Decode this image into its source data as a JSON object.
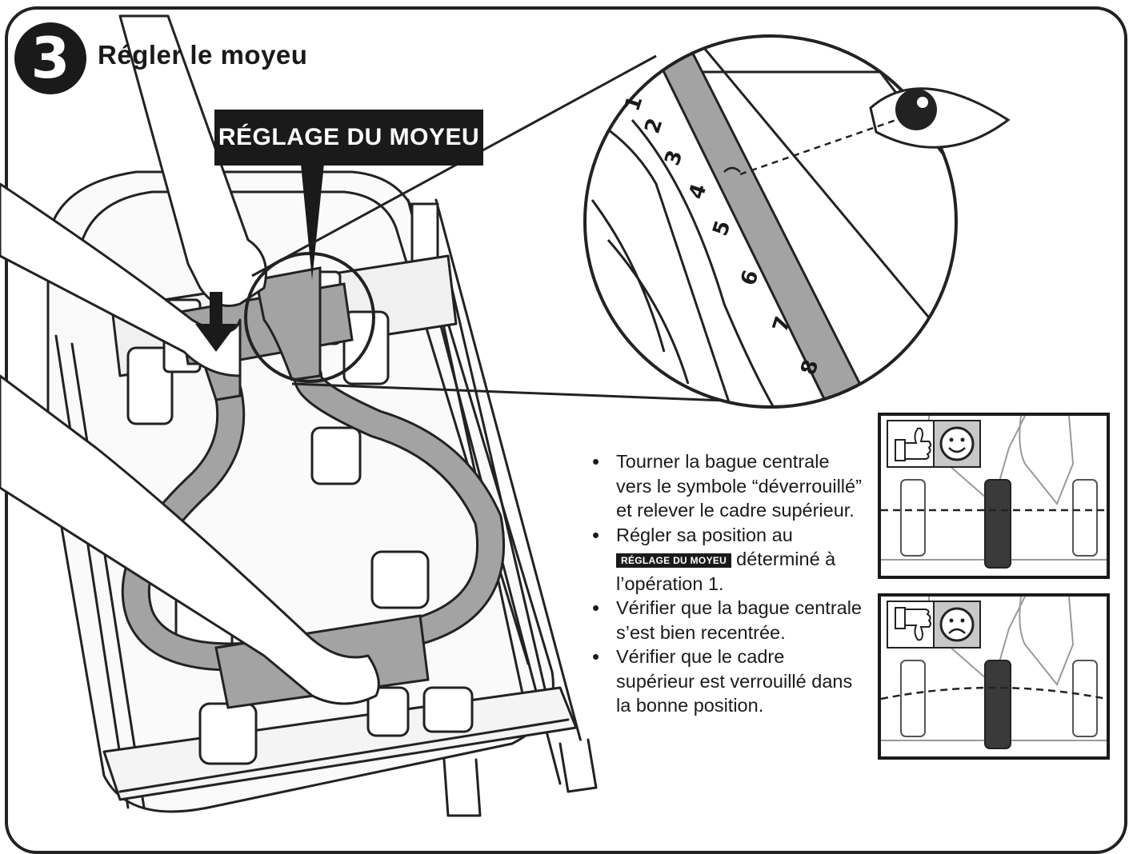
{
  "step": {
    "number": "3",
    "title": "Régler le moyeu"
  },
  "callout": {
    "label": "RÉGLAGE DU MOYEU"
  },
  "scale": {
    "marks": [
      "1",
      "2",
      "3",
      "4",
      "5",
      "6",
      "7",
      "8"
    ]
  },
  "instructions": {
    "item1": "Tourner la bague centrale vers le symbole “déverrouillé” et relever le cadre supérieur.",
    "item2_before": "Régler sa position au",
    "item2_label": "RÉGLAGE DU MOYEU",
    "item2_after": "déterminé à l’opération 1.",
    "item3": "Vérifier que la bague centrale s’est bien recentrée.",
    "item4": "Vérifier que le cadre supérieur est verrouillé dans la bonne position."
  },
  "panels": {
    "good": {
      "hand_icon": "thumbs-up-icon",
      "face_icon": "smiley-icon"
    },
    "bad": {
      "hand_icon": "thumbs-down-icon",
      "face_icon": "frowny-icon"
    }
  },
  "colors": {
    "ink": "#1a1a1a",
    "tube_gray": "#a3a3a3",
    "panel_gray": "#c8c8c8"
  }
}
